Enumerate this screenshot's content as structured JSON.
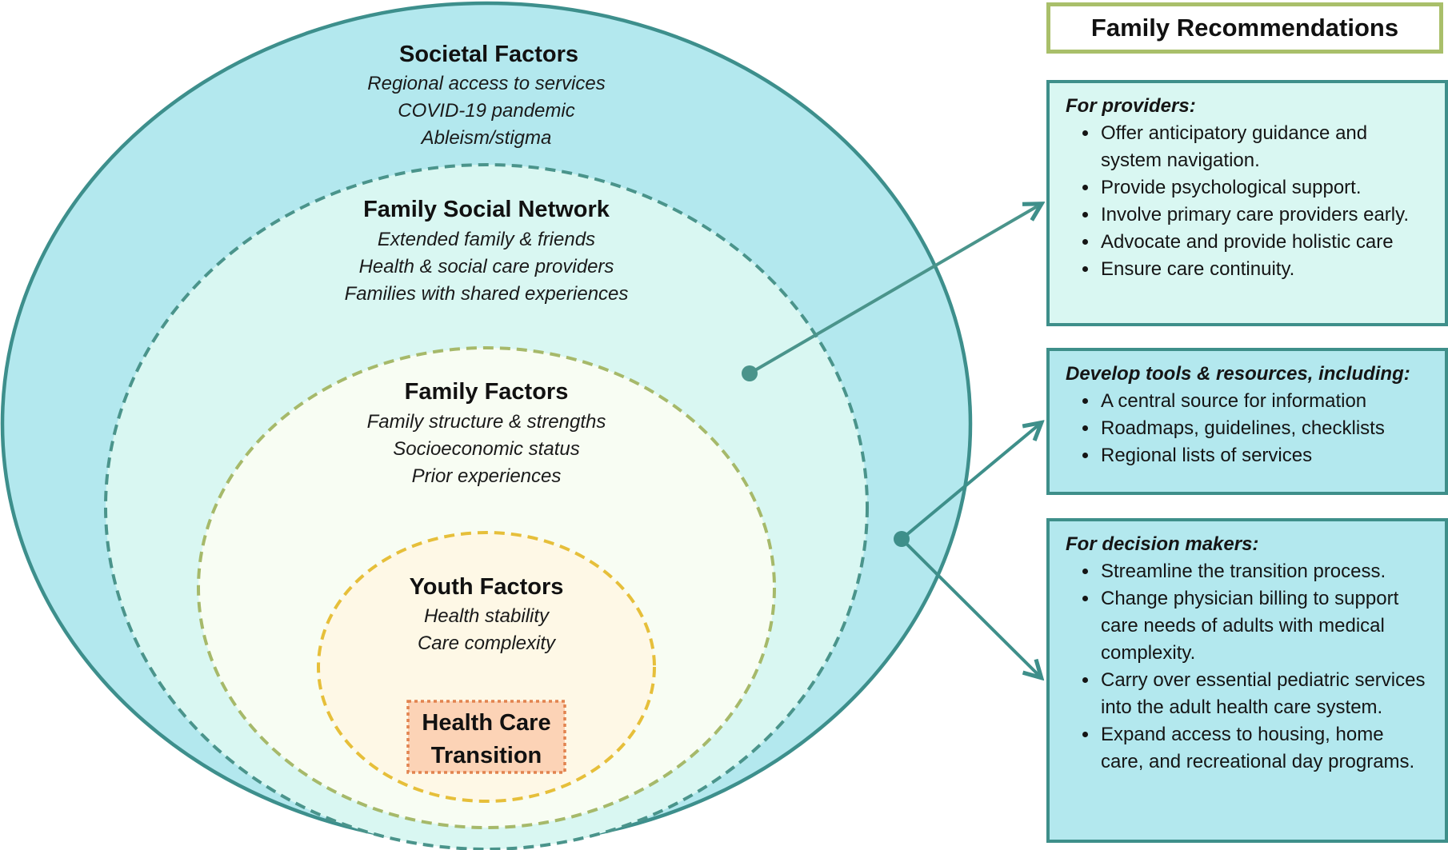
{
  "diagram": {
    "layers": [
      {
        "id": "societal",
        "title": "Societal Factors",
        "items": [
          "Regional access to services",
          "COVID-19 pandemic",
          "Ableism/stigma"
        ]
      },
      {
        "id": "network",
        "title": "Family Social Network",
        "items": [
          "Extended family & friends",
          "Health & social care providers",
          "Families with shared experiences"
        ]
      },
      {
        "id": "family",
        "title": "Family Factors",
        "items": [
          "Family structure & strengths",
          "Socioeconomic status",
          "Prior experiences"
        ]
      },
      {
        "id": "youth",
        "title": "Youth Factors",
        "items": [
          "Health stability",
          "Care complexity"
        ]
      }
    ],
    "center": {
      "line1": "Health Care",
      "line2": "Transition"
    },
    "colors": {
      "societal_fill": "#b3e8ee",
      "societal_stroke": "#3d8f8c",
      "network_fill": "#d9f7f2",
      "network_stroke": "#4a948b",
      "family_fill": "#f8fdf3",
      "family_stroke": "#a6b96a",
      "youth_fill": "#fef8e6",
      "youth_stroke": "#e6bf3a",
      "center_fill": "#fcd3b6",
      "center_stroke": "#e2834f",
      "arrow": "#3e8f8a"
    }
  },
  "recommendations": {
    "header": "Family Recommendations",
    "providers": {
      "heading": "For providers:",
      "items": [
        "Offer anticipatory guidance and system navigation.",
        "Provide psychological support.",
        "Involve primary care providers early.",
        "Advocate and provide holistic care",
        "Ensure care continuity."
      ]
    },
    "tools": {
      "heading": "Develop tools & resources, including:",
      "items": [
        "A central source for information",
        "Roadmaps, guidelines, checklists",
        "Regional lists of services"
      ]
    },
    "decision_makers": {
      "heading": "For decision makers:",
      "items": [
        "Streamline the transition process.",
        "Change physician billing to support care needs of adults with medical complexity.",
        "Carry over essential pediatric services  into the adult health care system.",
        "Expand access to housing, home care, and recreational day programs."
      ]
    }
  }
}
